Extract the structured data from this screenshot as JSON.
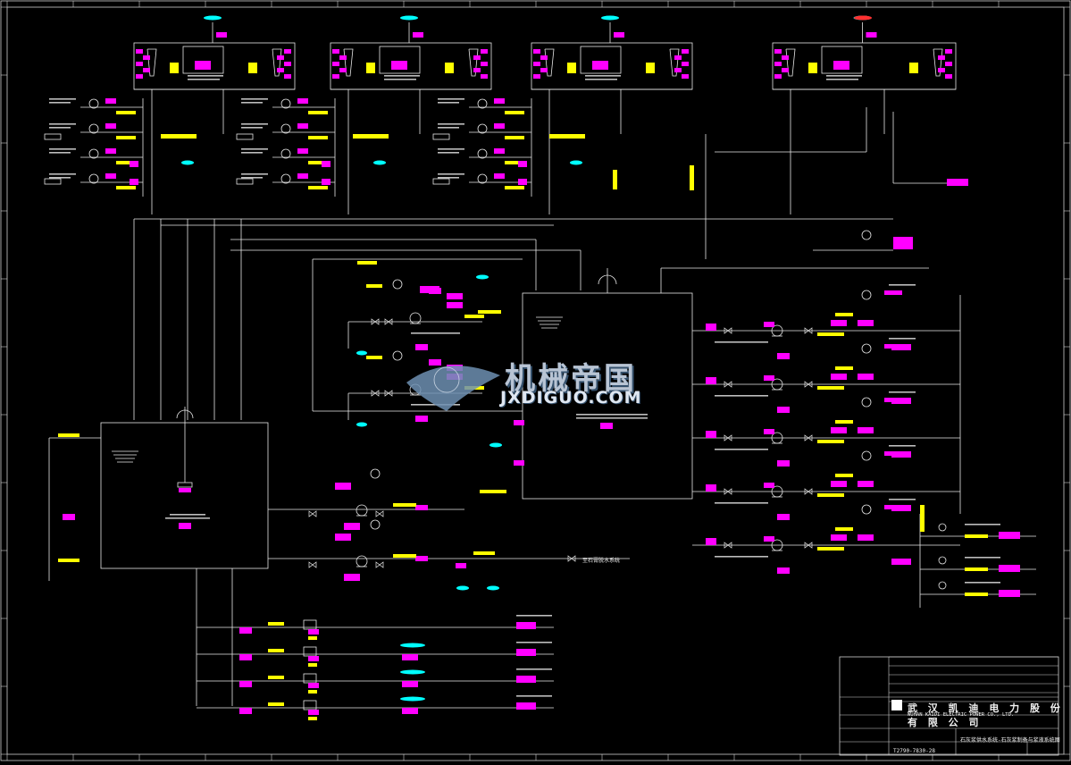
{
  "watermark": {
    "cn": "机械帝国",
    "en": "JXDIGUO.COM"
  },
  "title_block": {
    "company_cn": "武 汉 凯 迪 电 力 股 份 有 限 公 司",
    "company_en": "WUHAN KAIDI ELECTRIC POWER CO., LTD.",
    "drawing_no": "T2790-7830-28",
    "drawing_name": "石灰浆供水系统-石灰浆制备与浆液系统图"
  },
  "labels": {
    "to_gypsum": "至石膏脱水系统"
  },
  "colors": {
    "background": "#000000",
    "pipe": "#e8e8e8",
    "tag": "#ff00ff",
    "note": "#ffff00",
    "instrument": "#00ffff",
    "alarm": "#ff3030",
    "border": "#cfcfcf"
  }
}
